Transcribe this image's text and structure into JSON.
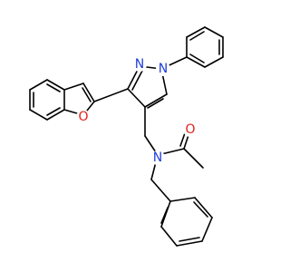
{
  "molecule": {
    "atom_labels": [
      {
        "id": "pyrazole-n2",
        "text": "N",
        "color": "#1f3fd6"
      },
      {
        "id": "pyrazole-n1",
        "text": "N",
        "color": "#1f3fd6"
      },
      {
        "id": "benzofuran-o",
        "text": "O",
        "color": "#e0201b"
      },
      {
        "id": "amide-o",
        "text": "O",
        "color": "#e0201b"
      },
      {
        "id": "amide-n",
        "text": "N",
        "color": "#1f3fd6"
      }
    ]
  }
}
